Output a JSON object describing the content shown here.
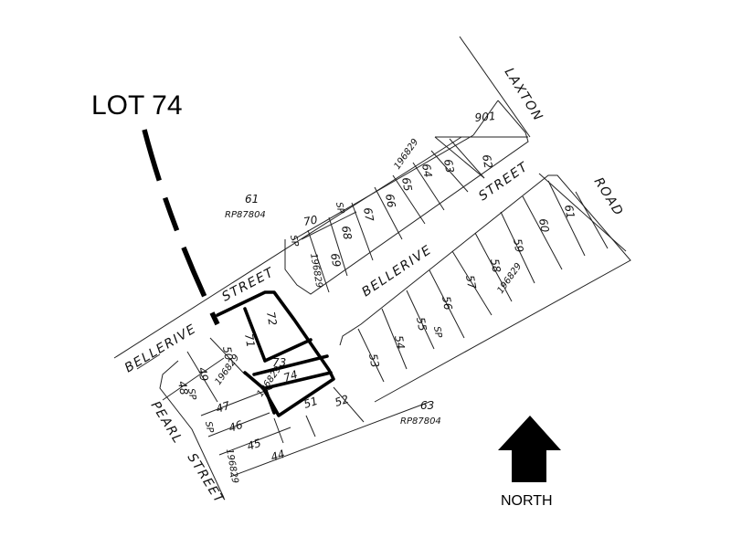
{
  "map": {
    "highlight_label": "LOT 74",
    "north_label": "NORTH",
    "streets": {
      "bellerive_west": "BELLERIVE",
      "street_upper": "STREET",
      "bellerive_mid": "BELLERIVE",
      "street_right": "STREET",
      "pearl": "PEARL",
      "pearl_street": "STREET",
      "laxton": "LAXTON",
      "road": "ROAD"
    },
    "parcels": {
      "lot_61_upper": "61",
      "plan_upper": "RP87804",
      "lot_63_lower": "63",
      "plan_lower": "RP87804"
    },
    "lots": {
      "l44": "44",
      "l45": "45",
      "l46": "46",
      "l47": "47",
      "l48": "48",
      "l49": "49",
      "l50": "50",
      "l51": "51",
      "l52": "52",
      "l53": "53",
      "l54": "54",
      "l55": "55",
      "l56": "56",
      "l57": "57",
      "l58": "58",
      "l59": "59",
      "l60": "60",
      "l61": "61",
      "l62": "62",
      "l63": "63",
      "l64": "64",
      "l65": "65",
      "l66": "66",
      "l67": "67",
      "l68": "68",
      "l69": "69",
      "l70": "70",
      "l71": "71",
      "l72": "72",
      "l73": "73",
      "l74": "74",
      "l901": "901"
    },
    "plan_refs": {
      "sp_a": "SP",
      "sp_b": "SP",
      "sp_c": "SP",
      "sp_d": "SP",
      "sp_e": "SP",
      "ref_a": "196829",
      "ref_b": "196829",
      "ref_c": "196829",
      "ref_d": "196829",
      "ref_e": "196829",
      "ref_f": "196829"
    }
  }
}
